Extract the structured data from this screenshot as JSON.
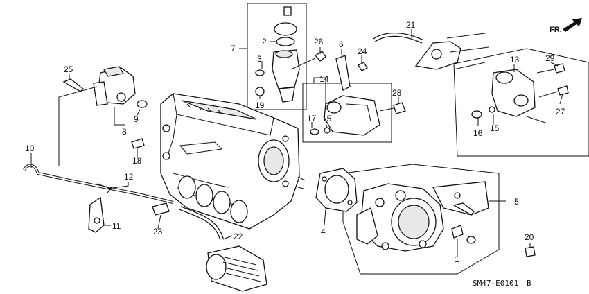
{
  "diagram": {
    "drawing_code": "SM47-E0101",
    "drawing_revision": "B",
    "direction_label": "FR.",
    "callouts": {
      "c1": "1",
      "c2": "2",
      "c3": "3",
      "c4": "4",
      "c5": "5",
      "c6": "6",
      "c7": "7",
      "c8": "8",
      "c9": "9",
      "c10": "10",
      "c11": "11",
      "c12": "12",
      "c13": "13",
      "c14": "14",
      "c15a": "15",
      "c15b": "15",
      "c16": "16",
      "c17": "17",
      "c18": "18",
      "c19": "19",
      "c20": "20",
      "c21": "21",
      "c22": "22",
      "c23": "23",
      "c24": "24",
      "c25": "25",
      "c26": "26",
      "c27": "27",
      "c28": "28",
      "c29": "29"
    }
  }
}
